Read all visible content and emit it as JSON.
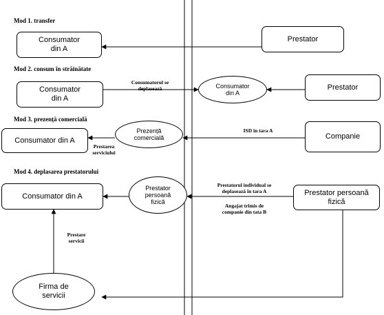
{
  "modes": {
    "mode1": "Mod 1. transfer",
    "mode2": "Mod 2. consum în străinătate",
    "mode3": "Mod 3. prezență comercială",
    "mode4": "Mod 4. deplasarea prestatorului"
  },
  "nodes": {
    "m1_consumer": "Consumator\ndin A",
    "m1_provider": "Prestator",
    "m2_consumer": "Consumator\ndin A",
    "m2_consumer_abroad": "Consumator\ndin A",
    "m2_provider": "Prestator",
    "m3_consumer": "Consumator din A",
    "m3_presence": "Prezență\ncomercială",
    "m3_company": "Companie",
    "m4_consumer": "Consumator din A",
    "m4_provider_person": "Prestator\npersoană\nfizică",
    "m4_provider_right": "Prestator persoană\nfizică",
    "m4_firm": "Firma de\nservicii"
  },
  "edge_labels": {
    "m2_travel": "Consumatorul se\ndeplasează",
    "m3_fdi": "ISD în tara A",
    "m3_service": "Prestarea\nserviciului",
    "m4_individual": "Prestatorul individual se\ndeplasează în tara A",
    "m4_employee": "Angajat trimis de\ncompanie din tata B",
    "m4_service": "Prestare\nservicii"
  }
}
